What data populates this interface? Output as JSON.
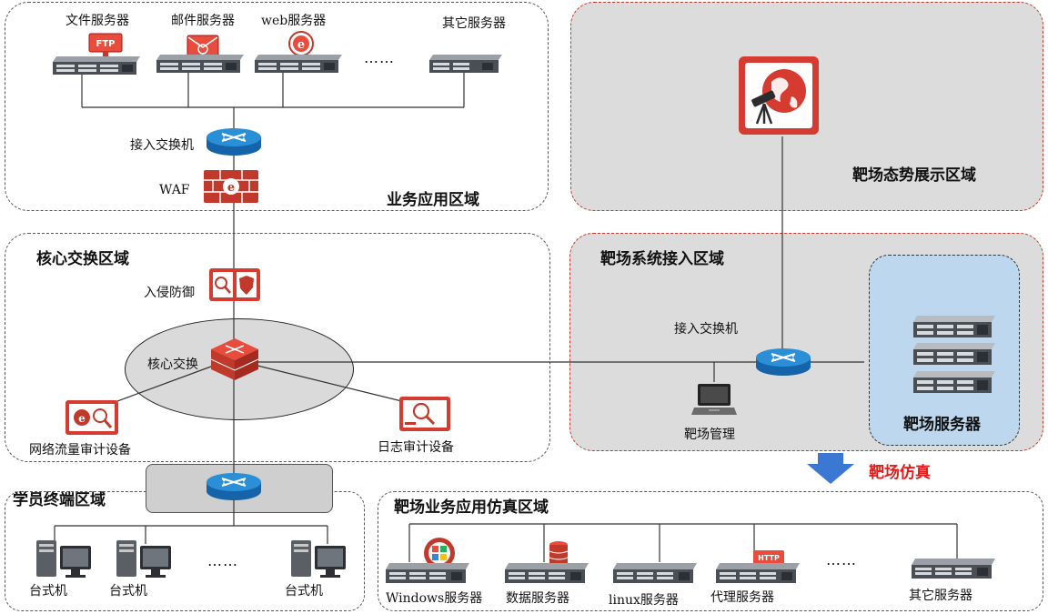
{
  "zones": {
    "business": "业务应用区域",
    "core": "核心交换区域",
    "student": "学员终端区域",
    "situation": "靶场态势展示区域",
    "access": "靶场系统接入区域",
    "range_servers": "靶场服务器",
    "sim": "靶场业务应用仿真区域"
  },
  "business": {
    "file_server": "文件服务器",
    "mail_server": "邮件服务器",
    "web_server": "web服务器",
    "other_server": "其它服务器",
    "ellipsis": "……",
    "switch": "接入交换机",
    "waf": "WAF",
    "ftp_text": "FTP"
  },
  "core": {
    "ips": "入侵防御",
    "core_switch": "核心交换",
    "netflow_audit": "网络流量审计设备",
    "log_audit": "日志审计设备"
  },
  "access": {
    "switch": "接入交换机",
    "manage": "靶场管理"
  },
  "arrow_label": "靶场仿真",
  "student": {
    "pc": "台式机",
    "ellipsis": "……"
  },
  "sim": {
    "windows": "Windows服务器",
    "db": "数据服务器",
    "linux": "linux服务器",
    "proxy": "代理服务器",
    "other": "其它服务器",
    "ellipsis": "……",
    "http_text": "HTTP"
  },
  "colors": {
    "accent_red": "#e31b1b",
    "zone_gray": "#dcdcdc",
    "zone_blue": "#bdd7ee",
    "switch_blue": "#1f7fc8",
    "arrow_blue": "#3a78d4"
  }
}
